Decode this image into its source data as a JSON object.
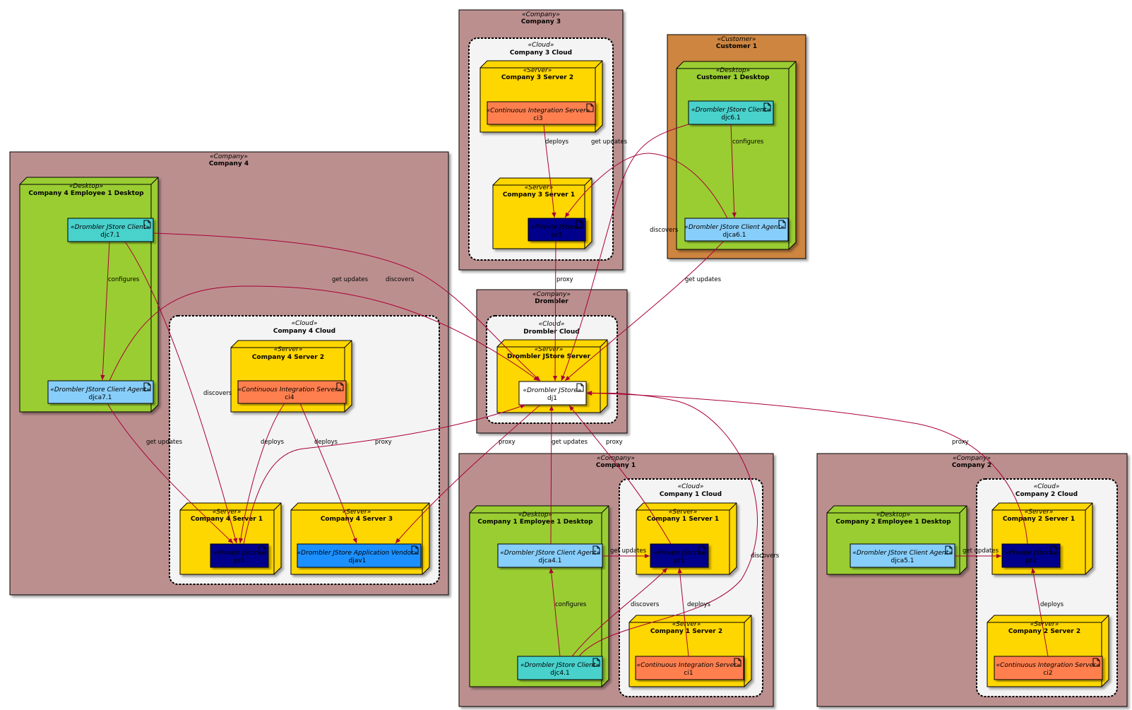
{
  "colors": {
    "company": "#bc8f8f",
    "customer": "#cd853f",
    "desktop": "#9acd32",
    "server": "#ffd700",
    "cloud": "#f4f4f4",
    "client": "#48d1cc",
    "agent": "#87cefa",
    "ci": "#ff7f50",
    "repo": "#00008b",
    "vendor": "#1e90ff",
    "jstore": "#ffffff",
    "edge": "#a80036"
  },
  "packages": {
    "company3": {
      "stereotype": "«Company»",
      "title": "Company 3"
    },
    "customer1": {
      "stereotype": "«Customer»",
      "title": "Customer 1"
    },
    "company4": {
      "stereotype": "«Company»",
      "title": "Company 4"
    },
    "drombler": {
      "stereotype": "«Company»",
      "title": "Drombler"
    },
    "company1": {
      "stereotype": "«Company»",
      "title": "Company 1"
    },
    "company2": {
      "stereotype": "«Company»",
      "title": "Company 2"
    }
  },
  "clouds": {
    "company3_cloud": {
      "stereotype": "«Cloud»",
      "title": "Company 3 Cloud"
    },
    "company4_cloud": {
      "stereotype": "«Cloud»",
      "title": "Company 4 Cloud"
    },
    "drombler_cloud": {
      "stereotype": "«Cloud»",
      "title": "Drombler Cloud"
    },
    "company1_cloud": {
      "stereotype": "«Cloud»",
      "title": "Company 1 Cloud"
    },
    "company2_cloud": {
      "stereotype": "«Cloud»",
      "title": "Company 2 Cloud"
    }
  },
  "nodes": {
    "c3s2": {
      "stereotype": "«Server»",
      "title": "Company 3 Server 2"
    },
    "c3s1": {
      "stereotype": "«Server»",
      "title": "Company 3 Server 1"
    },
    "cust1desk": {
      "stereotype": "«Desktop»",
      "title": "Customer 1 Desktop"
    },
    "c4desk": {
      "stereotype": "«Desktop»",
      "title": "Company 4 Employee 1 Desktop"
    },
    "c4s2": {
      "stereotype": "«Server»",
      "title": "Company 4 Server 2"
    },
    "c4s1": {
      "stereotype": "«Server»",
      "title": "Company 4 Server 1"
    },
    "c4s3": {
      "stereotype": "«Server»",
      "title": "Company 4 Server 3"
    },
    "djserver": {
      "stereotype": "«Server»",
      "title": "Drombler JStore Server"
    },
    "c1desk": {
      "stereotype": "«Desktop»",
      "title": "Company 1 Employee 1 Desktop"
    },
    "c1s1": {
      "stereotype": "«Server»",
      "title": "Company 1 Server 1"
    },
    "c1s2": {
      "stereotype": "«Server»",
      "title": "Company 1 Server 2"
    },
    "c2desk": {
      "stereotype": "«Desktop»",
      "title": "Company 2 Employee 1 Desktop"
    },
    "c2s1": {
      "stereotype": "«Server»",
      "title": "Company 2 Server 1"
    },
    "c2s2": {
      "stereotype": "«Server»",
      "title": "Company 2 Server 2"
    }
  },
  "artifacts": {
    "ci3": {
      "stereotype": "«Continuous Integration Server»",
      "name": "ci3"
    },
    "pr3": {
      "stereotype": "«Private JStore»",
      "name": "pr3"
    },
    "djc6": {
      "stereotype": "«Drombler JStore Client»",
      "name": "djc6.1"
    },
    "djca6": {
      "stereotype": "«Drombler JStore Client Agent»",
      "name": "djca6.1"
    },
    "djc7": {
      "stereotype": "«Drombler JStore Client»",
      "name": "djc7.1"
    },
    "djca7": {
      "stereotype": "«Drombler JStore Client Agent»",
      "name": "djca7.1"
    },
    "ci4": {
      "stereotype": "«Continuous Integration Server»",
      "name": "ci4"
    },
    "pr4": {
      "stereotype": "«Private JStore»",
      "name": "pr4"
    },
    "djav1": {
      "stereotype": "«Drombler JStore Application Vendor»",
      "name": "djav1"
    },
    "dj1": {
      "stereotype": "«Drombler JStore»",
      "name": "dj1"
    },
    "djca4": {
      "stereotype": "«Drombler JStore Client Agent»",
      "name": "djca4.1"
    },
    "djc4": {
      "stereotype": "«Drombler JStore Client»",
      "name": "djc4.1"
    },
    "pr1": {
      "stereotype": "«Private JStore»",
      "name": "pr1"
    },
    "ci1": {
      "stereotype": "«Continuous Integration Server»",
      "name": "ci1"
    },
    "djca5": {
      "stereotype": "«Drombler JStore Client Agent»",
      "name": "djca5.1"
    },
    "pr2": {
      "stereotype": "«Private JStore»",
      "name": "pr2"
    },
    "ci2": {
      "stereotype": "«Continuous Integration Server»",
      "name": "ci2"
    }
  },
  "edge_labels": {
    "c3_deploys": "deploys",
    "c3_get_updates": "get updates",
    "cust_configures": "configures",
    "cust_discovers": "discovers",
    "c3_proxy": "proxy",
    "cust_get_updates": "get updates",
    "c4_configures": "configures",
    "c4_get_updates_top": "get updates",
    "c4_discovers_top": "discovers",
    "c4_discovers_left": "discovers",
    "c4_get_updates_low": "get updates",
    "c4_deploys_1": "deploys",
    "c4_deploys_2": "deploys",
    "c4_proxy": "proxy",
    "dj_proxy_vendor": "proxy",
    "c1_get_updates_up": "get updates",
    "c1_proxy": "proxy",
    "c2_proxy": "proxy",
    "c1_get_updates_side": "get updates",
    "c1_configures": "configures",
    "c1_discovers": "discovers",
    "c1_deploys": "deploys",
    "c1_discovers_right": "discovers",
    "c2_get_updates_side": "get updates",
    "c2_deploys": "deploys"
  }
}
